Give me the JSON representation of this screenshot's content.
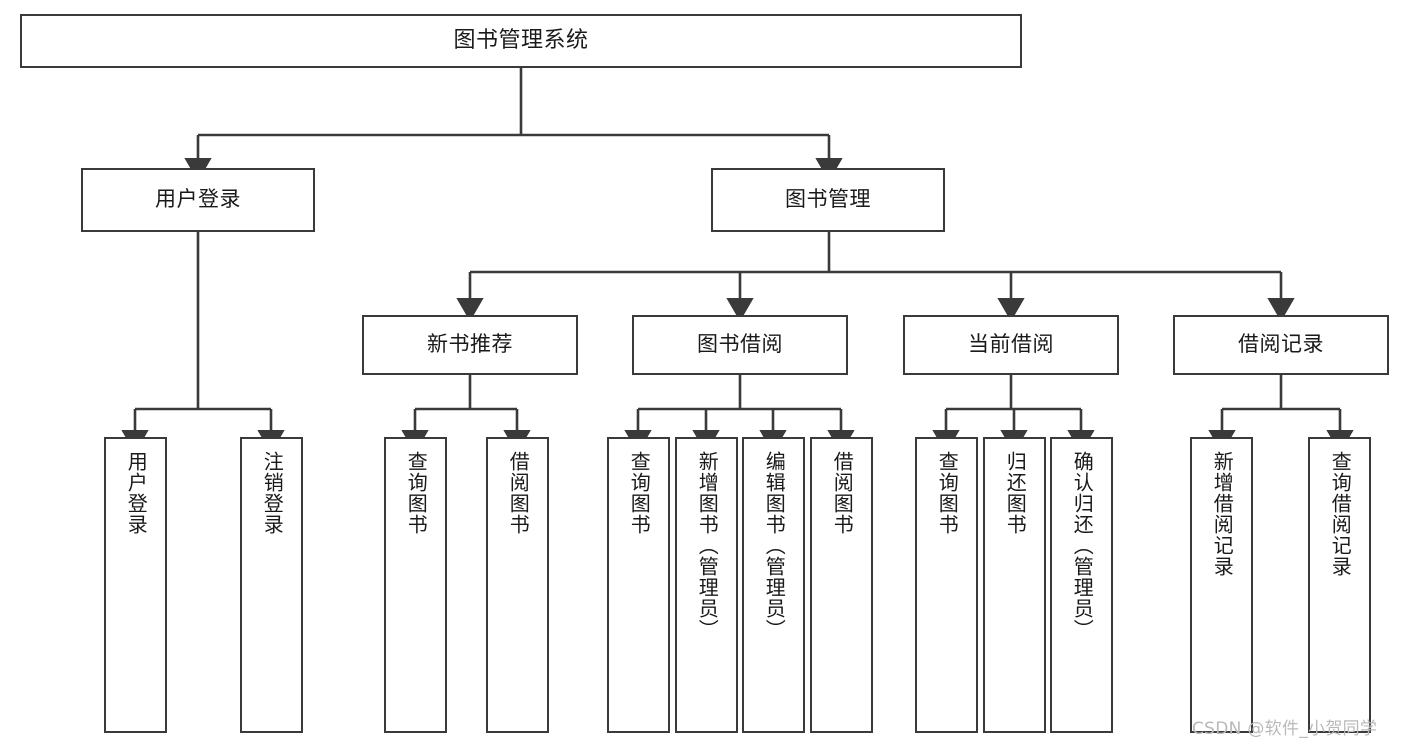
{
  "diagram": {
    "title": "图书管理系统",
    "type": "tree-hierarchy",
    "watermark": "CSDN @软件_小贺同学",
    "colors": {
      "box_border": "#3a3a3a",
      "box_fill": "#ffffff",
      "connector": "#3a3a3a",
      "text": "#1a1a1a",
      "watermark": "#b9b9b9",
      "background": "#ffffff"
    }
  },
  "nodes": {
    "root": {
      "label": "图书管理系统"
    },
    "level2": [
      {
        "id": "user-login",
        "label": "用户登录"
      },
      {
        "id": "book-management",
        "label": "图书管理"
      }
    ],
    "level3": [
      {
        "id": "new-book-recommend",
        "label": "新书推荐"
      },
      {
        "id": "book-borrow",
        "label": "图书借阅"
      },
      {
        "id": "current-borrow",
        "label": "当前借阅"
      },
      {
        "id": "borrow-record",
        "label": "借阅记录"
      }
    ],
    "leaves": {
      "user_login": [
        {
          "id": "leaf-user-login",
          "label": "用户登录"
        },
        {
          "id": "leaf-logout-login",
          "label": "注销登录"
        }
      ],
      "new_book_recommend": [
        {
          "id": "leaf-query-book-1",
          "label": "查询图书"
        },
        {
          "id": "leaf-borrow-book-1",
          "label": "借阅图书"
        }
      ],
      "book_borrow": [
        {
          "id": "leaf-query-book-2",
          "label": "查询图书"
        },
        {
          "id": "leaf-add-book",
          "label": "新增图书（管理员）"
        },
        {
          "id": "leaf-edit-book",
          "label": "编辑图书（管理员）"
        },
        {
          "id": "leaf-borrow-book-2",
          "label": "借阅图书"
        }
      ],
      "current_borrow": [
        {
          "id": "leaf-query-book-3",
          "label": "查询图书"
        },
        {
          "id": "leaf-return-book",
          "label": "归还图书"
        },
        {
          "id": "leaf-confirm-return",
          "label": "确认归还（管理员）"
        }
      ],
      "borrow_record": [
        {
          "id": "leaf-add-record",
          "label": "新增借阅记录"
        },
        {
          "id": "leaf-query-record",
          "label": "查询借阅记录"
        }
      ]
    }
  }
}
